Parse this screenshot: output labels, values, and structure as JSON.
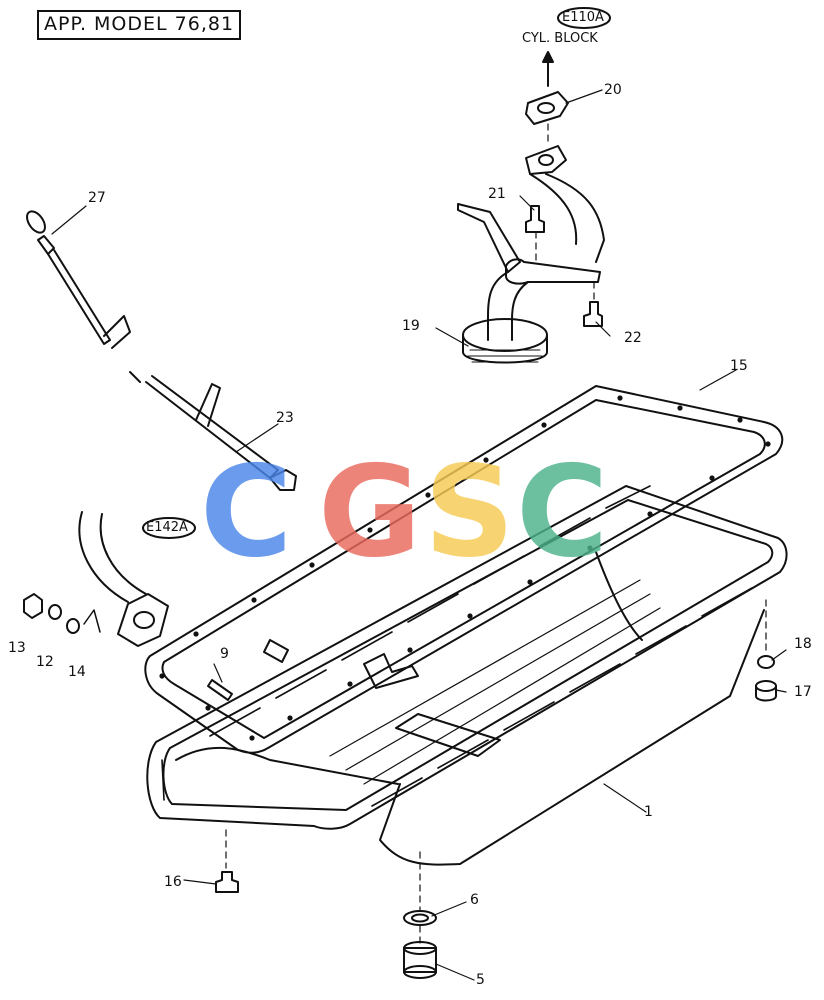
{
  "header": {
    "text": "APP. MODEL 76,81"
  },
  "refs": {
    "block_code": "E110A",
    "block_text": "CYL. BLOCK",
    "pipe_code": "E142A"
  },
  "callouts": [
    "1",
    "5",
    "6",
    "9",
    "12",
    "13",
    "14",
    "15",
    "16",
    "17",
    "18",
    "19",
    "20",
    "21",
    "22",
    "23",
    "27"
  ],
  "watermark": {
    "letters": [
      "C",
      "G",
      "S",
      "C"
    ],
    "colors": [
      "#4A86E8",
      "#EA6A5E",
      "#F6CB52",
      "#4DB38A"
    ]
  }
}
